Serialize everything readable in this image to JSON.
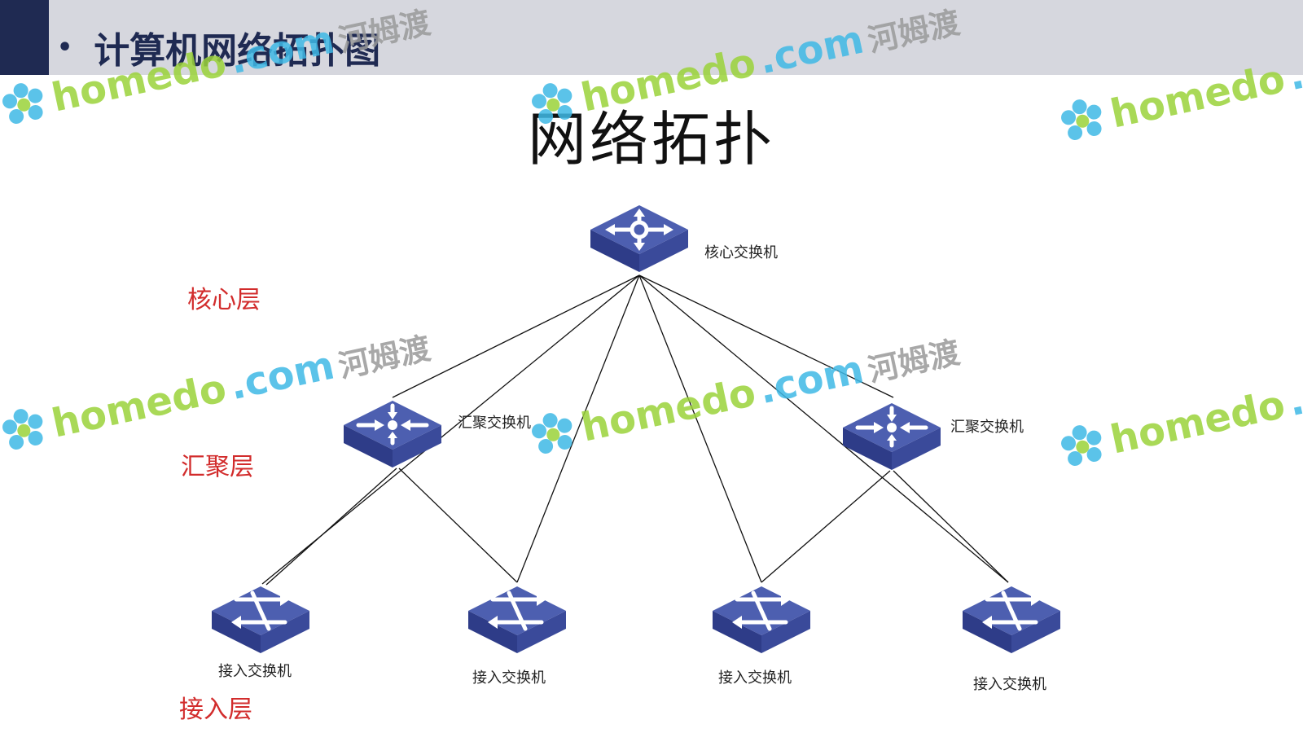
{
  "header": {
    "bullet": "•",
    "title": "计算机网络拓扑图"
  },
  "main_title": "网络拓扑",
  "layers": {
    "core": "核心层",
    "aggregation": "汇聚层",
    "access": "接入层"
  },
  "nodes": {
    "core": {
      "label": "核心交换机"
    },
    "agg_left": {
      "label": "汇聚交换机"
    },
    "agg_right": {
      "label": "汇聚交换机"
    },
    "access_1": {
      "label": "接入交换机"
    },
    "access_2": {
      "label": "接入交换机"
    },
    "access_3": {
      "label": "接入交换机"
    },
    "access_4": {
      "label": "接入交换机"
    }
  },
  "watermark": {
    "brand": "homedo",
    "domain": ".com",
    "cn": "河姆渡"
  },
  "colors": {
    "header_bg": "#d6d7de",
    "accent": "#1f2a52",
    "layer_text": "#d22c2c",
    "switch_top": "#4d5fb0",
    "switch_side": "#2e3c88"
  }
}
